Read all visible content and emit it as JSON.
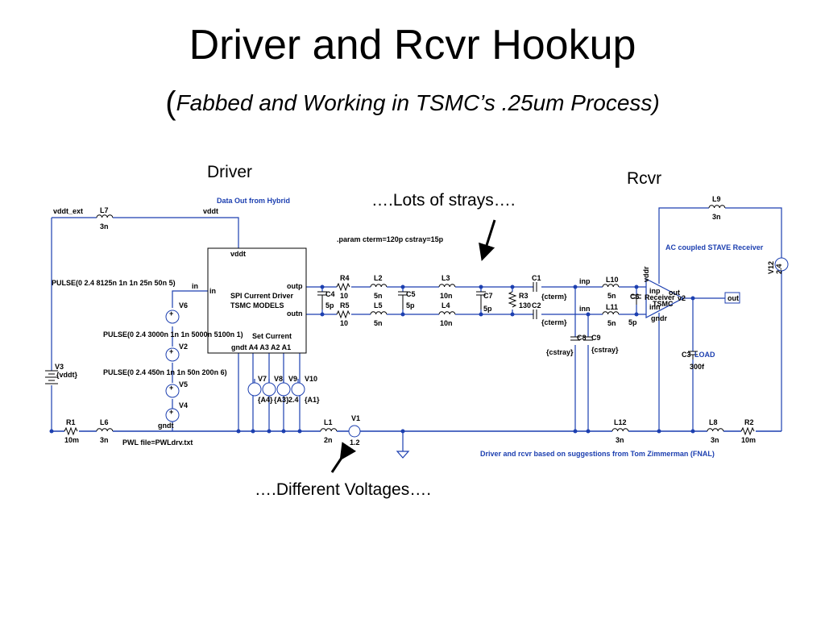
{
  "slide": {
    "title": "Driver and Rcvr Hookup",
    "subtitle_open": "(",
    "subtitle": "Fabbed and Working  in TSMC’s  .25um Process)"
  },
  "annotations": {
    "driver": "Driver",
    "rcvr": "Rcvr",
    "strays": "….Lots of strays….",
    "voltages": "….Different Voltages…."
  },
  "colors": {
    "wire": "#1c3fb0",
    "ink": "#000000",
    "blue_text": "#1c3fb0"
  },
  "schematic": {
    "notes": {
      "data_out": "Data Out  from   Hybrid",
      "param": ".param   cterm=120p     cstray=15p",
      "ac_coupled": "AC  coupled   STAVE Receiver",
      "suggestions": "Driver and rcvr based on suggestions from Tom Zimmerman (FNAL)",
      "pwl": "PWL file=PWLdrv.txt",
      "pulse_v6": "PULSE(0 2.4 8125n 1n 1n 25n 50n 5)",
      "pulse_v2": "PULSE(0 2.4 3000n 1n 1n 5000n 5100n 1)",
      "pulse_v5": "PULSE(0 2.4 450n 1n 1n 50n 200n 6)"
    },
    "nets": {
      "vddt_ext": "vddt_ext",
      "vddt": "vddt",
      "gndt": "gndt",
      "in": "in",
      "outp": "outp",
      "outn": "outn",
      "inp": "inp",
      "inn": "inn",
      "vddr": "Vddr",
      "gndr": "gndr",
      "out_pin": "out",
      "out_box": "out",
      "load": "LOAD",
      "v12_val": "2.4",
      "v12": "V12"
    },
    "driver_block": {
      "top_pin": "vddt",
      "name1": "SPI Current Driver",
      "name2": "TSMC MODELS",
      "set_current": "Set Current",
      "bottom_pins": "gndt  A4    A3    A2    A1",
      "in_pin": "in",
      "outp": "outp",
      "outn": "outn"
    },
    "receiver": {
      "inp": "inp",
      "inn": "inn",
      "receiver": "Receiver",
      "tsmc": "TSMC",
      "v2": "v2",
      "out": "out",
      "vddr": "vddr",
      "gndr": "gndr"
    },
    "parts": {
      "L7": "L7",
      "L7v": "3n",
      "V6": "V6",
      "V2": "V2",
      "V5": "V5",
      "V4": "V4",
      "V3": "V3",
      "V3v": "{vddt}",
      "R1": "R1",
      "R1v": "10m",
      "L6": "L6",
      "L6v": "3n",
      "V7": "V7",
      "V8": "V8",
      "V9": "V9",
      "V10": "V10",
      "V7v": "{A4}",
      "V8v": "{A3}",
      "V9v": "2.4",
      "V10v": "{A1}",
      "L1": "L1",
      "L1v": "2n",
      "V1": "V1",
      "V1v": "1.2",
      "C4": "C4",
      "C4v": "5p",
      "R4": "R4",
      "R4v": "10",
      "R5": "R5",
      "R5v": "10",
      "L2": "L2",
      "L2v": "5n",
      "L5": "L5",
      "L5v": "5n",
      "C5": "C5",
      "C5v": "5p",
      "L3": "L3",
      "L3v": "10n",
      "L4": "L4",
      "L4v": "10n",
      "C7": "C7",
      "C7v": "5p",
      "C1": "C1",
      "C1v": "{cterm}",
      "C2": "C2",
      "C2v": "{cterm}",
      "R3": "R3",
      "R3v": "130",
      "C8": "C8",
      "C8v": "{cstray}",
      "C9": "C9",
      "C9v": "{cstray}",
      "L10": "L10",
      "L10v": "5n",
      "L11": "L11",
      "L11v": "5n",
      "C6": "C6",
      "C6v": "5p",
      "L12": "L12",
      "L12v": "3n",
      "C3": "C3",
      "C3v": "300f",
      "L9": "L9",
      "L9v": "3n",
      "L8": "L8",
      "L8v": "3n",
      "R2": "R2",
      "R2v": "10m"
    }
  }
}
